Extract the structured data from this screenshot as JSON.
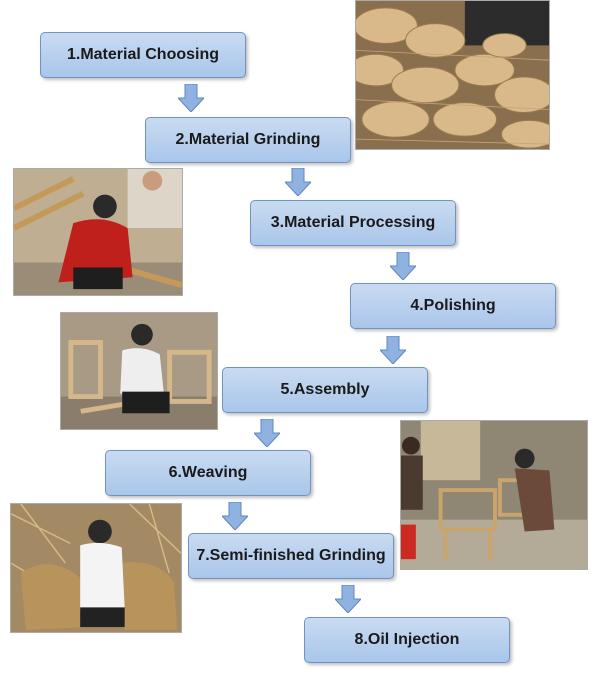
{
  "steps": [
    {
      "label": "1.Material Choosing"
    },
    {
      "label": "2.Material Grinding"
    },
    {
      "label": "3.Material Processing"
    },
    {
      "label": "4.Polishing"
    },
    {
      "label": "5.Assembly"
    },
    {
      "label": "6.Weaving"
    },
    {
      "label": "7.Semi-finished Grinding"
    },
    {
      "label": "8.Oil Injection"
    }
  ],
  "colors": {
    "box_fill": "#b8d0ee",
    "box_border": "#6f93c2",
    "arrow_fill": "#8fb2e0",
    "arrow_stroke": "#5f86bf"
  },
  "photos": [
    {
      "subject": "rattan-bundles-photo"
    },
    {
      "subject": "worker-cutting-wood-photo"
    },
    {
      "subject": "worker-assembling-frame-photo"
    },
    {
      "subject": "workers-chair-workshop-photo"
    },
    {
      "subject": "worker-weaving-rattan-photo"
    }
  ]
}
